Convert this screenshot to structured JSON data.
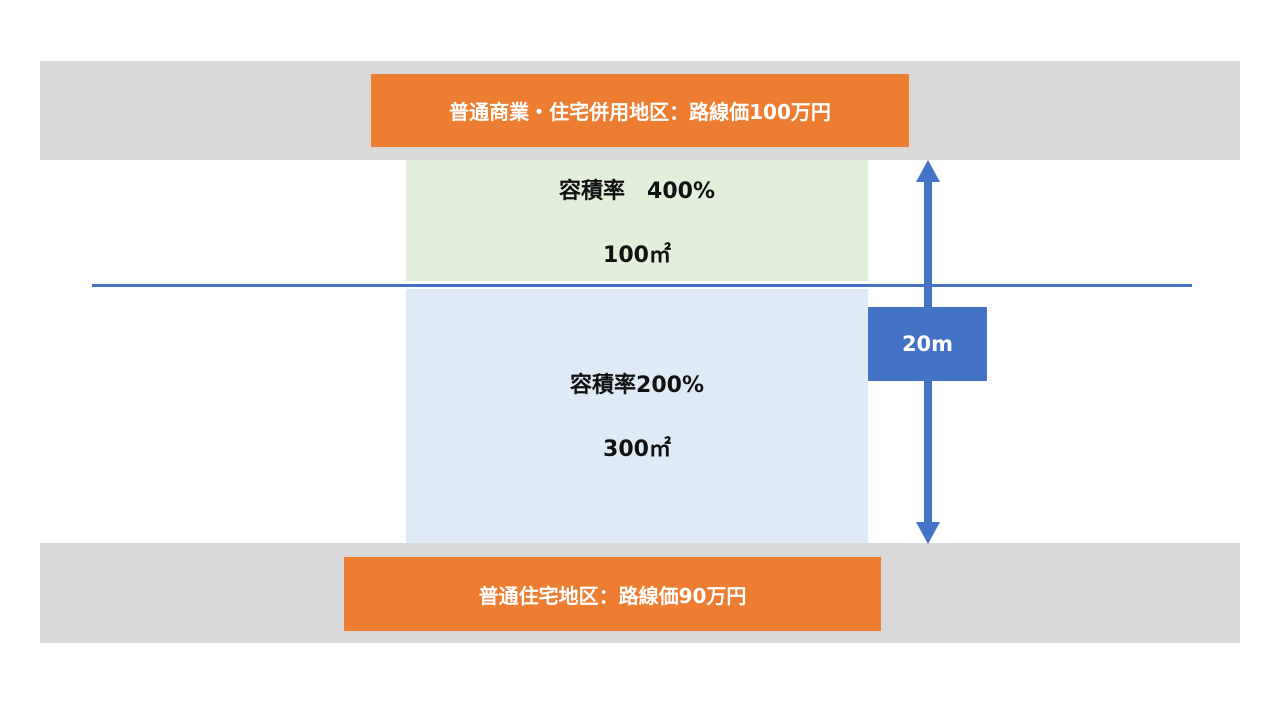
{
  "roads": {
    "top": {
      "label": "普通商業・住宅併用地区：路線価100万円"
    },
    "bottom": {
      "label": "普通住宅地区：路線価90万円"
    }
  },
  "zones": {
    "upper": {
      "ratio": "容積率　400%",
      "area": "100㎡"
    },
    "lower": {
      "ratio": "容積率200%",
      "area": "300㎡"
    }
  },
  "dimension": {
    "label": "20m"
  },
  "colors": {
    "road": "#d9d9d9",
    "road_label": "#ed7d31",
    "upper_zone": "#e2efda",
    "lower_zone": "#deebf7",
    "accent_blue": "#4472c4"
  }
}
